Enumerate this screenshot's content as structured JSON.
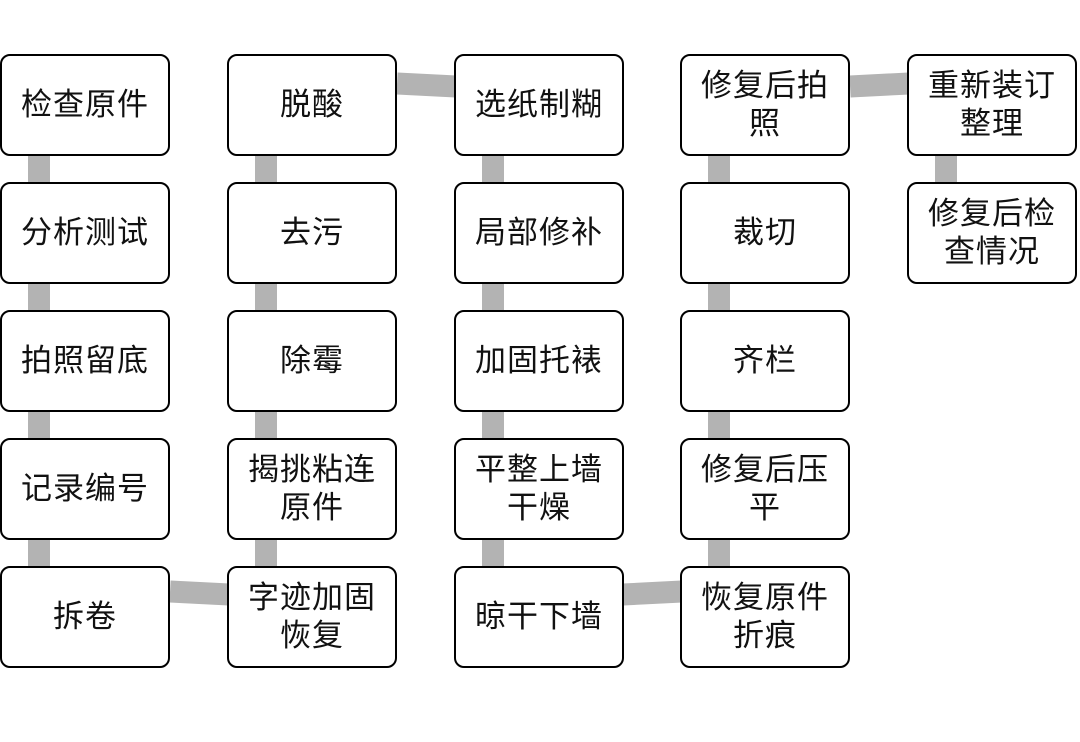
{
  "diagram": {
    "columns": [
      {
        "steps": [
          {
            "label": "检查原件"
          },
          {
            "label": "分析测试"
          },
          {
            "label": "拍照留底"
          },
          {
            "label": "记录编号"
          },
          {
            "label": "拆卷"
          }
        ]
      },
      {
        "steps": [
          {
            "label": "脱酸"
          },
          {
            "label": "去污"
          },
          {
            "label": "除霉"
          },
          {
            "label": "揭挑粘连原件"
          },
          {
            "label": "字迹加固恢复"
          }
        ]
      },
      {
        "steps": [
          {
            "label": "选纸制糊"
          },
          {
            "label": "局部修补"
          },
          {
            "label": "加固托裱"
          },
          {
            "label": "平整上墙干燥"
          },
          {
            "label": "晾干下墙"
          }
        ]
      },
      {
        "steps": [
          {
            "label": "修复后拍照"
          },
          {
            "label": "裁切"
          },
          {
            "label": "齐栏"
          },
          {
            "label": "修复后压平"
          },
          {
            "label": "恢复原件折痕"
          }
        ]
      },
      {
        "steps": [
          {
            "label": "重新装订整理"
          },
          {
            "label": "修复后检查情况"
          }
        ]
      }
    ],
    "colors": {
      "box_border": "#000000",
      "box_fill": "#ffffff",
      "connector": "#b3b3b3",
      "text": "#111111"
    }
  }
}
